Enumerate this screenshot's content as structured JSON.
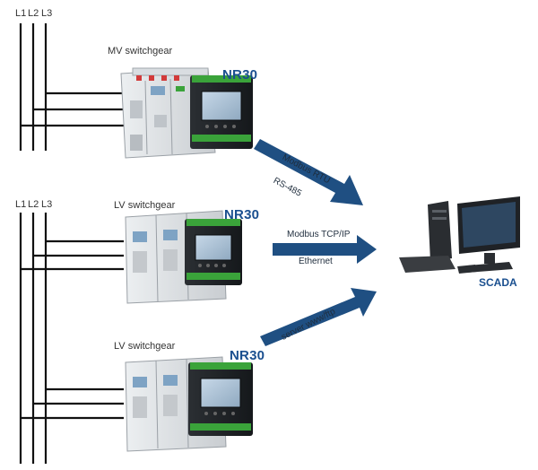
{
  "bus_labels": [
    "L1",
    "L2",
    "L3"
  ],
  "sections": [
    {
      "switchgear": "MV switchgear",
      "device": "NR30"
    },
    {
      "switchgear": "LV switchgear",
      "device": "NR30"
    },
    {
      "switchgear": "LV switchgear",
      "device": "NR30"
    }
  ],
  "links": [
    {
      "line1": "Modbus RTU",
      "line2": "RS-485"
    },
    {
      "line1": "Modbus TCP/IP",
      "line2": "Ethernet"
    },
    {
      "line1": "server www/ftp"
    }
  ],
  "scada_label": "SCADA",
  "colors": {
    "arrow": "#1f4f82",
    "device_label": "#1a4f8f",
    "terminal_green": "#3aa33a"
  }
}
